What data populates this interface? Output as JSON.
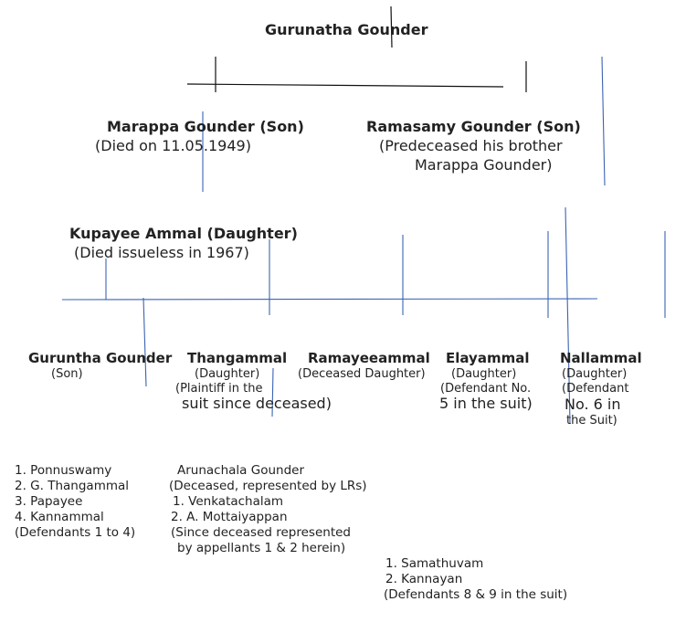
{
  "root": {
    "name": "Gurunatha Gounder"
  },
  "sons": [
    {
      "name": "Marappa Gounder (Son)",
      "note": "(Died on 11.05.1949)"
    },
    {
      "name": "Ramasamy Gounder (Son)",
      "note1": "(Predeceased his brother",
      "note2": "Marappa Gounder)"
    }
  ],
  "daughter": {
    "name": "Kupayee Ammal (Daughter)",
    "note": "(Died issueless in 1967)"
  },
  "children": [
    {
      "name": "Guruntha Gounder",
      "rel": "(Son)"
    },
    {
      "name": "Thangammal",
      "rel": "(Daughter)",
      "note1": "(Plaintiff in the",
      "note2": "suit since deceased)"
    },
    {
      "name": "Ramayeeammal",
      "rel": "(Deceased Daughter)"
    },
    {
      "name": "Elayammal",
      "rel": "(Daughter)",
      "note1": "(Defendant No.",
      "note2": "5 in the suit)"
    },
    {
      "name": "Nallammal",
      "rel": "(Daughter)",
      "note1": "(Defendant",
      "note2": "No. 6 in",
      "note3": "the Suit)"
    }
  ],
  "group1": {
    "items": [
      "1.  Ponnuswamy",
      "2.  G. Thangammal",
      "3.  Papayee",
      "4.  Kannammal"
    ],
    "footer": "(Defendants 1 to 4)"
  },
  "group2": {
    "name": "Arunachala Gounder",
    "note": "(Deceased, represented by LRs)",
    "items": [
      "1.  Venkatachalam",
      "2. A. Mottaiyappan"
    ],
    "footer1": "(Since deceased represented",
    "footer2": "by appellants 1 & 2 herein)"
  },
  "group3": {
    "items": [
      "1.  Samathuvam",
      "2.  Kannayan"
    ],
    "footer": "(Defendants 8 & 9 in the suit)"
  },
  "colors": {
    "line_blue": "#3b63b3",
    "line_black": "#111111"
  }
}
